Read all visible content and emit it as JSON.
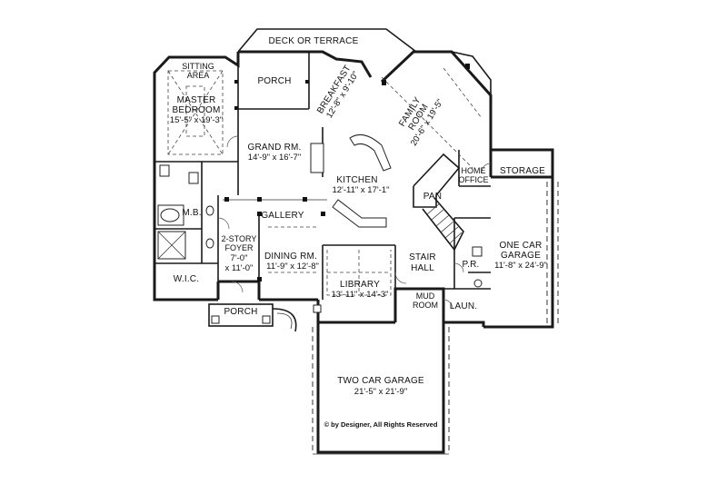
{
  "plan": {
    "deck": "DECK OR TERRACE",
    "porch_rear": "PORCH",
    "sitting_area_1": "SITTING",
    "sitting_area_2": "AREA",
    "master_bedroom_1": "MASTER",
    "master_bedroom_2": "BEDROOM",
    "master_bedroom_dim": "15'-5\" x 19'-3\"",
    "breakfast": "BREAKFAST",
    "breakfast_dim": "12'-8\" x 9'-10\"",
    "family_room_1": "FAMILY",
    "family_room_2": "ROOM",
    "family_room_dim": "20'-6\" x 19'-5\"",
    "grand_room": "GRAND RM.",
    "grand_room_dim": "14'-9\" x 16'-7\"",
    "kitchen": "KITCHEN",
    "kitchen_dim": "12'-11\" x 17'-1\"",
    "home_office_1": "HOME",
    "home_office_2": "OFFICE",
    "storage": "STORAGE",
    "pan": "PAN",
    "mb": "M.B.",
    "gallery": "GALLERY",
    "foyer_1": "2-STORY",
    "foyer_2": "FOYER",
    "foyer_dim_1": "7'-0\"",
    "foyer_dim_2": "x 11'-0\"",
    "dining": "DINING RM.",
    "dining_dim": "11'-9\" x 12'-8\"",
    "stair_1": "STAIR",
    "stair_2": "HALL",
    "one_car_1": "ONE CAR",
    "one_car_2": "GARAGE",
    "one_car_dim": "11'-8\" x 24'-9\"",
    "pr": "P.R.",
    "wic": "W.I.C.",
    "library": "LIBRARY",
    "library_dim": "13'-11\" x 14'-3\"",
    "mud_1": "MUD",
    "mud_2": "ROOM",
    "laun": "LAUN.",
    "porch_front": "PORCH",
    "two_car": "TWO CAR GARAGE",
    "two_car_dim": "21'-5\" x 21'-9\"",
    "copyright": "© by Designer, All Rights Reserved"
  }
}
